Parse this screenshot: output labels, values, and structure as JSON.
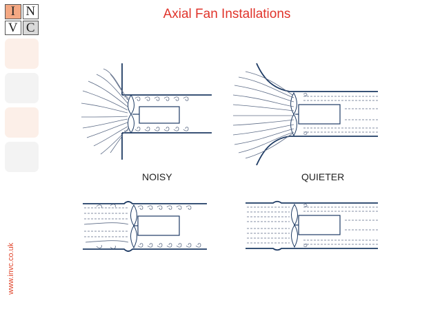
{
  "logo": {
    "letters": [
      "I",
      "N",
      "V",
      "C"
    ]
  },
  "title": "Axial Fan Installations",
  "labels": {
    "noisy": "NOISY",
    "quieter": "QUIETER"
  },
  "sidebar_url": "www.invc.co.uk",
  "colors": {
    "accent": "#e0342b",
    "logo_peach": "#f4a883",
    "logo_grey": "#d9d9d9",
    "line": "#1d3a63"
  }
}
